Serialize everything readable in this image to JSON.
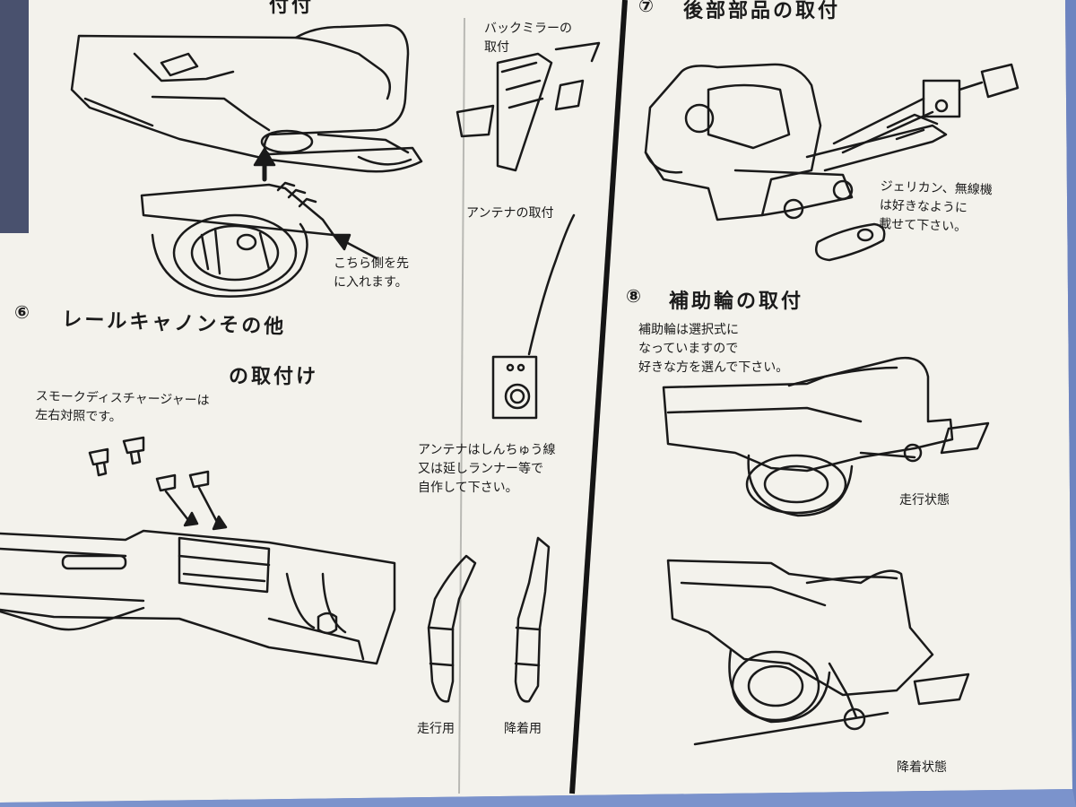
{
  "colors": {
    "paper": "#f3f2ec",
    "ink": "#1a1a1a",
    "backdrop": "#7a90c8"
  },
  "step5": {
    "heading_fragment": "付付"
  },
  "mirror": {
    "label": "バックミラーの\n取付"
  },
  "antenna": {
    "label": "アンテナの取付",
    "note": "アンテナはしんちゅう線\n又は延しランナー等で\n自作して下さい。"
  },
  "arrow_note": "こちら側を先\nに入れます。",
  "step6": {
    "number": "⑥",
    "title_line1": "レールキャノンその他",
    "title_line2": "の取付け",
    "note": "スモークディスチャージャーは\n左右対照です。"
  },
  "parts": {
    "running": "走行用",
    "landing": "降着用"
  },
  "step7": {
    "number": "⑦",
    "title": "後部部品の取付",
    "note": "ジェリカン、無線機\nは好きなように\n載せて下さい。"
  },
  "step8": {
    "number": "⑧",
    "title": "補助輪の取付",
    "note": "補助輪は選択式に\nなっていますので\n好きな方を選んで下さい。",
    "running_state": "走行状態",
    "landing_state": "降着状態"
  }
}
